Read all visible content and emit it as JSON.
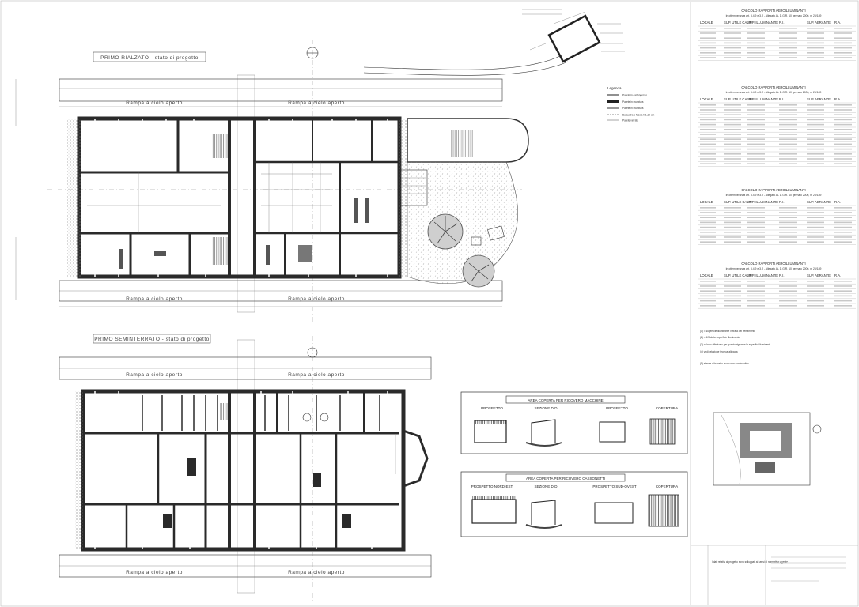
{
  "plans": {
    "ground_floor_title": "PRIMO RIALZATO  -  stato di progetto",
    "basement_title": "PRIMO SEMINTERRATO  -  stato di progetto",
    "ramp_label": "Rampa a cielo aperto",
    "legend_title": "Legenda",
    "legend_items": [
      "Parete in cartongesso",
      "Parete in muratura",
      "Parete in muratura",
      "Balaustra o fascia h 1,10 cm",
      "Parete vetrata"
    ]
  },
  "tables": {
    "title": "CALCOLO RAPPORTI AEROILLUMINANTI",
    "subtitle": "In ottemperanza art. 3.4.9 e 3.5 - Allegato A - D.G.R. 10 gennaio 2006, n. 20/189",
    "headers": [
      "LOCALE",
      "SUP. UTILE CALP.",
      "SUP. ILLUMINANTE",
      "R.I.",
      "SUP. AERANTE",
      "R.A."
    ],
    "notes": [
      "(1) = superficie illuminante vetrata dei serramenti",
      "(2) = 1/3 della superficie illuminante",
      "(3) calcolo effettuato per quanto riguarda le superfici illuminanti",
      "(4) vedi relazione tecnica allegata",
      "(5) stanze di transito a uso non continuativo"
    ]
  },
  "details": {
    "box1_title": "AREA COPERTA PER RICOVERO MACCHINE",
    "box2_title": "AREA COPERTA PER RICOVERO CASSONETTI",
    "views1": [
      "PROSPETTO",
      "SEZIONE D-D",
      "PROSPETTO",
      "COPERTURA"
    ],
    "views2": [
      "PROSPETTO NORD-EST",
      "SEZIONE D-D",
      "PROSPETTO SUD-OVEST",
      "COPERTURA"
    ]
  },
  "title_block": {
    "caption": "I dati relativi al progetto sono sviluppati ai sensi di normativa vigente"
  },
  "colors": {
    "ink": "#222222",
    "paper": "#ffffff",
    "wall": "#3a3a3a",
    "hatch": "#8a8a8a"
  }
}
